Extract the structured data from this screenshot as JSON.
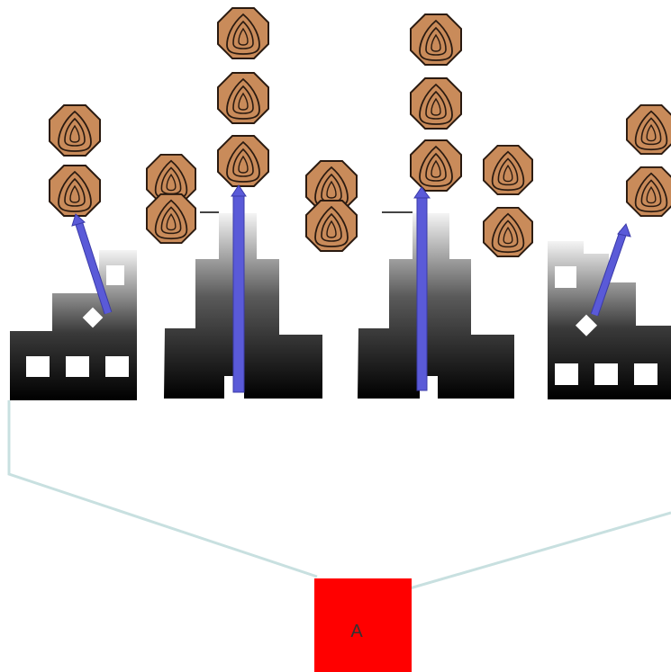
{
  "root_node": {
    "label": "A",
    "fill": "#ff0000",
    "text_color": "#333333"
  },
  "colors": {
    "connector": "#c8e0e0",
    "arrow": "#5a5ad8",
    "arrow_stroke": "#3a3aa8",
    "seed_fill": "#c98b5a",
    "seed_stroke": "#2a1a10",
    "building_light": "#f2f2f2",
    "building_dark": "#000000"
  },
  "structures": [
    {
      "id": "structure-1",
      "style": "stepped-with-windows",
      "arrow": "tilted",
      "seed_count": 2
    },
    {
      "id": "structure-2",
      "style": "tower",
      "arrow": "vertical",
      "seed_count": 3,
      "side_seed_count": 2
    },
    {
      "id": "structure-3",
      "style": "tower",
      "arrow": "vertical",
      "seed_count": 3,
      "side_seed_count": 2
    },
    {
      "id": "structure-4",
      "style": "stepped-with-windows",
      "arrow": "tilted",
      "seed_count": 2
    }
  ]
}
